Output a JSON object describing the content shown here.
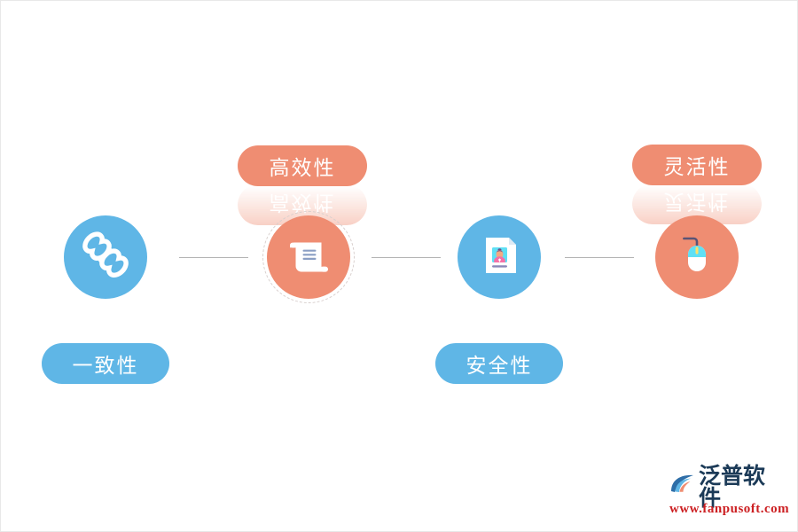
{
  "page": {
    "background_color": "#ffffff",
    "accent_blue": "#5fb6e6",
    "accent_salmon": "#ef8d72",
    "line_color": "#b4b4b4"
  },
  "nodes": [
    {
      "id": "consistency",
      "icon_name": "chain-link-icon",
      "circle_color": "#5fb6e6",
      "circle_style": "solid",
      "label": "一致性",
      "label_color": "#5fb6e6",
      "label_position": "below",
      "has_reflection": false
    },
    {
      "id": "efficiency",
      "icon_name": "scroll-document-icon",
      "circle_color": "#ef8d72",
      "circle_style": "dashed-ring",
      "label": "高效性",
      "label_color": "#ef8d72",
      "label_position": "above",
      "has_reflection": true
    },
    {
      "id": "security",
      "icon_name": "id-card-icon",
      "circle_color": "#5fb6e6",
      "circle_style": "solid",
      "label": "安全性",
      "label_color": "#5fb6e6",
      "label_position": "below",
      "has_reflection": false
    },
    {
      "id": "flexibility",
      "icon_name": "computer-mouse-icon",
      "circle_color": "#ef8d72",
      "circle_style": "solid",
      "label": "灵活性",
      "label_color": "#ef8d72",
      "label_position": "above",
      "has_reflection": true
    }
  ],
  "connectors": [
    {
      "id": "connector-1"
    },
    {
      "id": "connector-2"
    },
    {
      "id": "connector-3"
    }
  ],
  "logo": {
    "brand": "泛普软件",
    "url": "www.fanpusoft.com",
    "brand_color": "#1b3a57",
    "url_color": "#cc1f22",
    "mark_name": "fanpu-swoosh-logo-icon"
  }
}
